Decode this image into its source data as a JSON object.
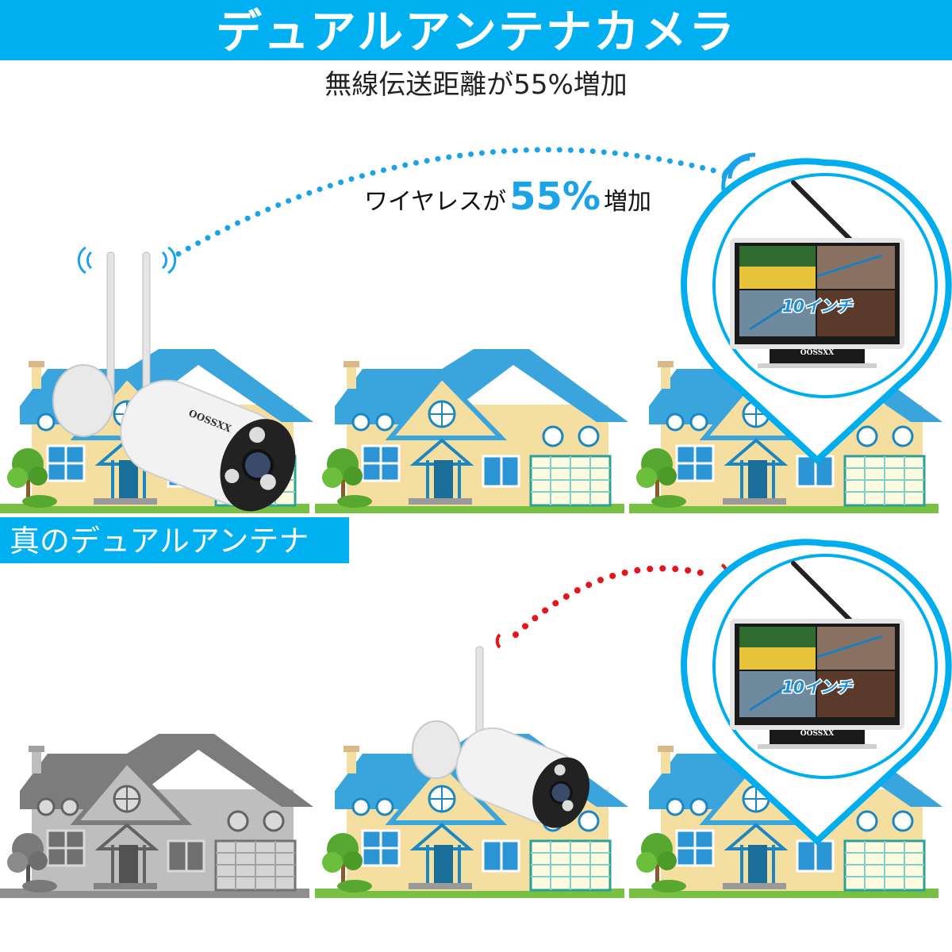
{
  "header": {
    "title": "デュアルアンテナカメラ",
    "subtitle": "無線伝送距離が55%増加"
  },
  "callout": {
    "prefix": "ワイヤレスが",
    "highlight": "55%",
    "suffix": "増加"
  },
  "tag": {
    "label": "真のデュアルアンテナ"
  },
  "monitor": {
    "size_label": "10インチ",
    "brand": "OOSSXX"
  },
  "camera": {
    "brand": "OOSSXX"
  },
  "colors": {
    "brand_blue": "#00b0f0",
    "signal_red": "#e8141b",
    "signal_blue": "#1aa3e8",
    "roof_blue": "#3aa5dc",
    "wall": "#f5dfa0",
    "grass": "#78c043"
  }
}
